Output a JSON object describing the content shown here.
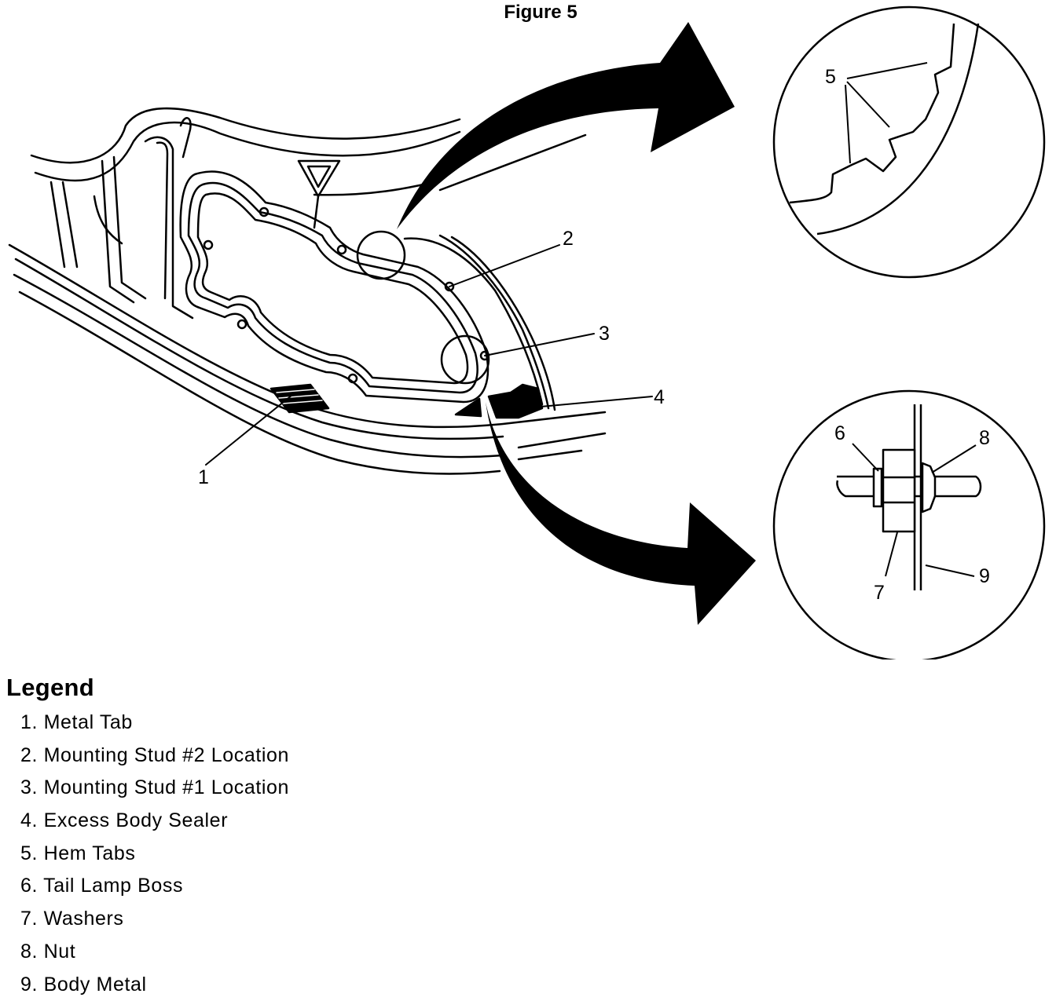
{
  "title": "Figure 5",
  "callouts": {
    "c1": "1",
    "c2": "2",
    "c3": "3",
    "c4": "4",
    "c5": "5",
    "c6": "6",
    "c7": "7",
    "c8": "8",
    "c9": "9"
  },
  "legend": {
    "heading": "Legend",
    "items": [
      "1. Metal Tab",
      "2. Mounting Stud #2 Location",
      "3. Mounting Stud #1 Location",
      "4. Excess Body Sealer",
      "5. Hem Tabs",
      "6. Tail Lamp Boss",
      "7. Washers",
      "8. Nut",
      "9. Body Metal"
    ]
  },
  "colors": {
    "ink": "#000000",
    "paper": "#ffffff"
  }
}
